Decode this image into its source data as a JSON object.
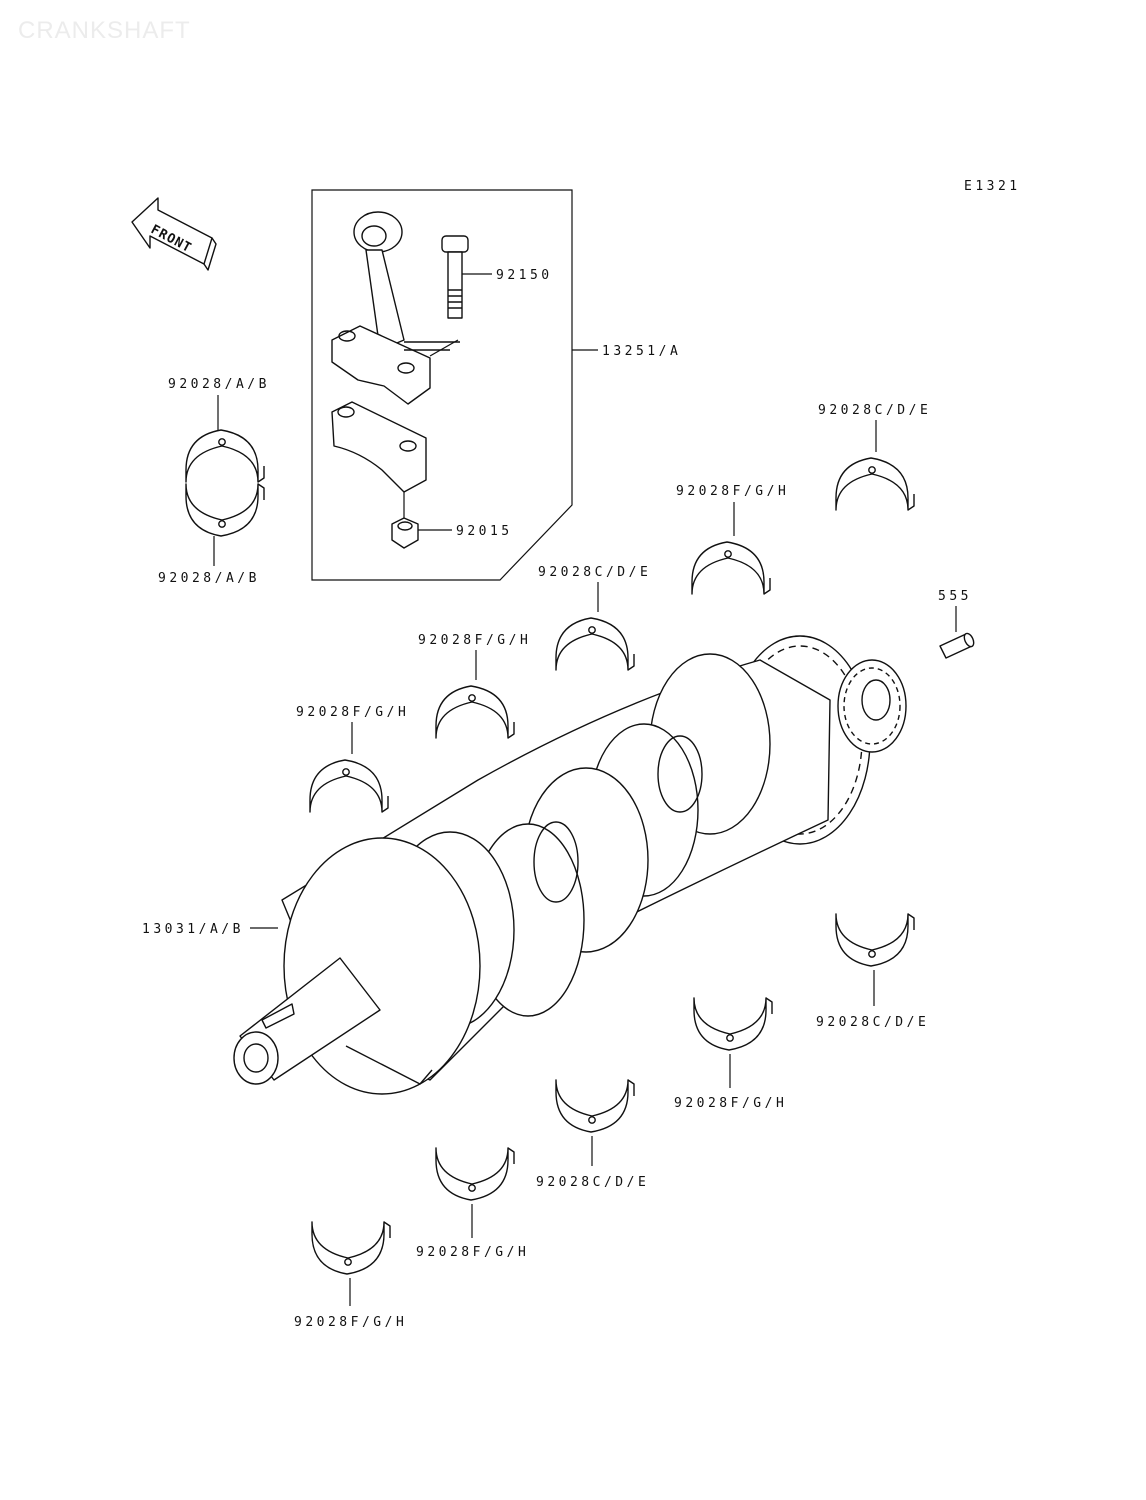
{
  "title": "CRANKSHAFT",
  "diagram_code": "E1321",
  "front_label": "FRONT",
  "parts": {
    "bearing_ab_upper": "92028/A/B",
    "bearing_ab_lower": "92028/A/B",
    "bolt": "92150",
    "conrod_assy": "13251/A",
    "nut": "92015",
    "bearing_cde_top_right": "92028C/D/E",
    "bearing_fgh_top": "92028F/G/H",
    "bearing_cde_mid": "92028C/D/E",
    "pin": "555",
    "bearing_fgh_mid": "92028F/G/H",
    "bearing_fgh_left": "92028F/G/H",
    "crankshaft": "13031/A/B",
    "bearing_cde_lower_right": "92028C/D/E",
    "bearing_fgh_lower_right": "92028F/G/H",
    "bearing_cde_lower_mid": "92028C/D/E",
    "bearing_fgh_lower_mid": "92028F/G/H",
    "bearing_fgh_bottom": "92028F/G/H"
  }
}
